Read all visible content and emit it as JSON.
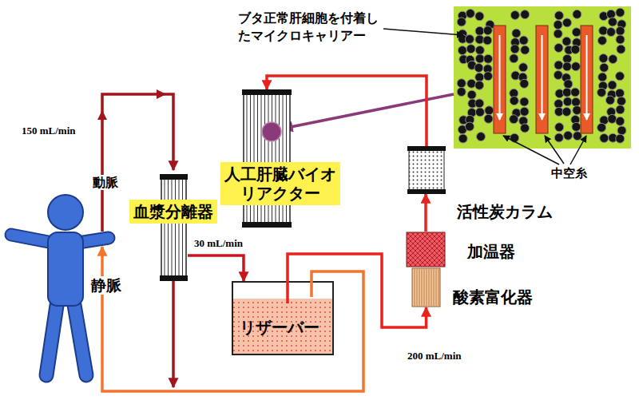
{
  "diagram": {
    "nodes": [
      {
        "text": [
          "血漿分離器"
        ]
      },
      {
        "text": [
          "人工肝臓バイオ リアクター"
        ]
      },
      {
        "text": [
          "リザーバー"
        ]
      },
      {
        "text": [
          "活性炭カラム"
        ]
      },
      {
        "text": [
          "加温器"
        ]
      },
      {
        "text": [
          "酸素富化器"
        ]
      }
    ],
    "edges": [
      {
        "from": 0,
        "to": 2,
        "label": "30 mL/min",
        "arrow": "to"
      },
      {
        "from": 2,
        "to": 5,
        "label": "200 mL/min",
        "arrow": "to"
      },
      {
        "from": 4,
        "to": 3,
        "arrow": "to"
      },
      {
        "from": 3,
        "to": 1,
        "arrow": "to"
      }
    ],
    "labels": [
      "150 mL/min",
      "動脈",
      "静脈",
      "ブタ正常肝細胞を付着し たマイクロキャリアー",
      "中空糸"
    ]
  }
}
